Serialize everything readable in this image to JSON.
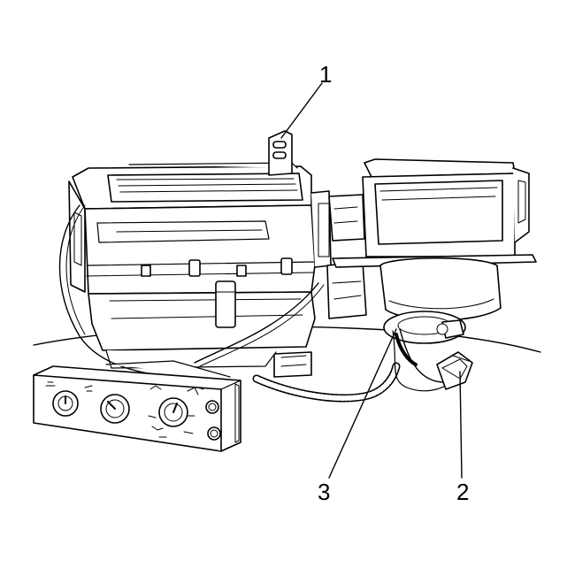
{
  "callouts": {
    "c1": "1",
    "c2": "2",
    "c3": "3"
  },
  "colors": {
    "line": "#000000",
    "fill": "#ffffff",
    "shade": "#e8e8e8"
  }
}
